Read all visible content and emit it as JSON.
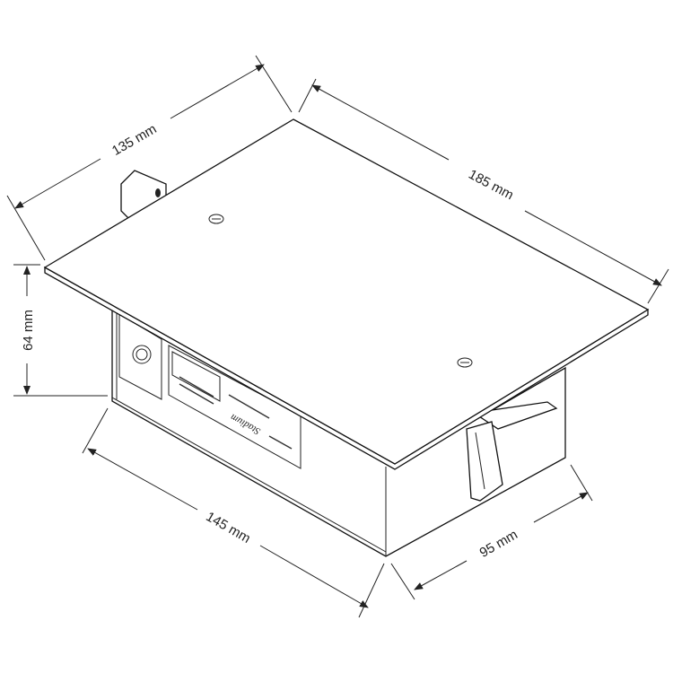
{
  "dimensions": {
    "depth_top": "135 mm",
    "length_top": "185 mm",
    "height": "64 mm",
    "length_bottom": "145 mm",
    "width_bottom": "95 mm"
  },
  "label_plate": {
    "brand": "Stadium"
  },
  "colors": {
    "line": "#222222",
    "background": "#ffffff"
  }
}
